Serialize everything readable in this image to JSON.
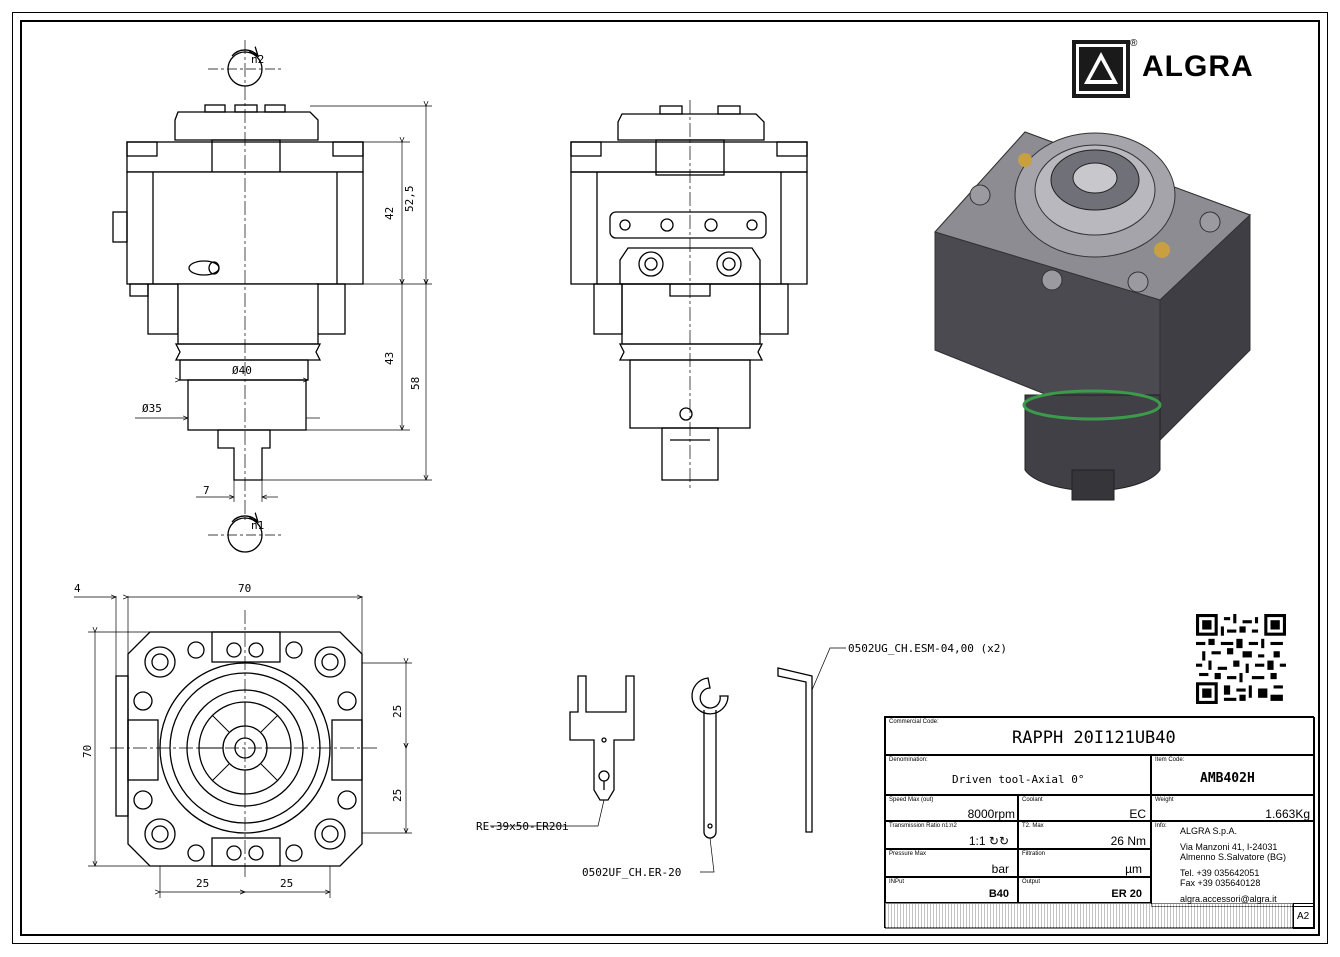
{
  "brand": {
    "name": "ALGRA",
    "registered": "®"
  },
  "views": {
    "rotation_top": "n2",
    "rotation_bottom": "n1"
  },
  "dimensions": {
    "d52_5": "52,5",
    "d42": "42",
    "d43": "43",
    "d58": "58",
    "d_phi40": "Ø40",
    "d_phi35": "Ø35",
    "d7": "7",
    "d4": "4",
    "d70_top": "70",
    "d70_left": "70",
    "d25_r1": "25",
    "d25_r2": "25",
    "d25_b1": "25",
    "d25_b2": "25"
  },
  "accessories": {
    "wrench": "RE-39x50-ER20i",
    "spanner": "0502UF_CH.ER-20",
    "hex_key": "0502UG_CH.ESM-04,00 (x2)"
  },
  "title_block": {
    "commercial_code_label": "Commercial Code:",
    "commercial_code": "RAPPH 20I121UB40",
    "denomination_label": "Denomination:",
    "denomination": "Driven tool-Axial 0°",
    "item_code_label": "Item Code:",
    "item_code": "AMB402H",
    "speed_label": "Speed Max (out)",
    "speed_value": "8000",
    "speed_unit": "rpm",
    "coolant_label": "Coolant",
    "coolant_value": "EC",
    "weight_label": "Weight",
    "weight_value": "1.663",
    "weight_unit": "Kg",
    "ratio_label": "Transmission Ratio n1:n2",
    "ratio_value": "1:1",
    "ratio_symbol": "↻↻",
    "torque_label": "T2. Max",
    "torque_value": "26",
    "torque_unit": "Nm",
    "info_label": "Info:",
    "pressure_label": "Pressure Max",
    "pressure_unit": "bar",
    "filtration_label": "Filtration",
    "filtration_unit": "µm",
    "input_label": "INPut",
    "input_value": "B40",
    "output_label": "Output",
    "output_value": "ER 20",
    "company": "ALGRA S.p.A.",
    "address1": "Via Manzoni 41, I-24031",
    "address2": "Almenno S.Salvatore (BG)",
    "tel": "Tel. +39 035642051",
    "fax": "Fax +39 035640128",
    "email": "algra.accessori@algra.it",
    "sheet_size": "A2"
  }
}
